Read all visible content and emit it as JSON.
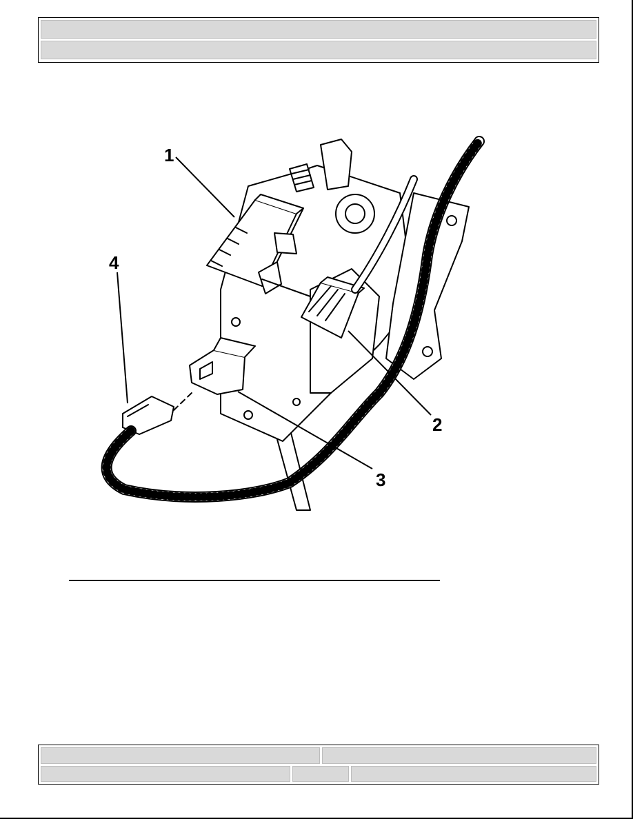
{
  "header": {
    "title": "",
    "subtitle": ""
  },
  "figure": {
    "callouts": [
      "1",
      "2",
      "3",
      "4"
    ]
  },
  "footer": {
    "top_left": "",
    "top_right": "",
    "bottom_left": "",
    "bottom_mid": "",
    "bottom_right": ""
  }
}
